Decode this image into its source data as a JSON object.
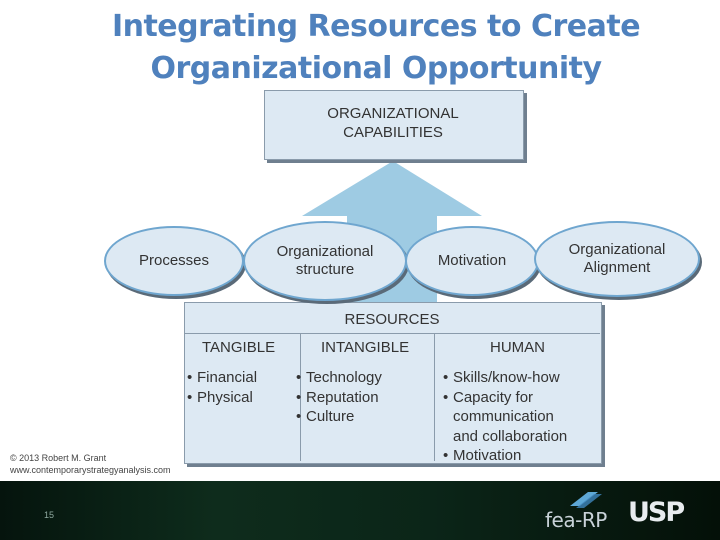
{
  "title": {
    "line1": "Integrating Resources to Create",
    "line2": "Organizational Opportunity"
  },
  "capabilities": {
    "line1": "ORGANIZATIONAL",
    "line2": "CAPABILITIES"
  },
  "ellipses": [
    {
      "line1": "Processes",
      "line2": ""
    },
    {
      "line1": "Organizational",
      "line2": "structure"
    },
    {
      "line1": "Motivation",
      "line2": ""
    },
    {
      "line1": "Organizational",
      "line2": "Alignment"
    }
  ],
  "resources": {
    "title": "RESOURCES",
    "columns": [
      {
        "heading": "TANGIBLE",
        "items": [
          "Financial",
          "Physical"
        ]
      },
      {
        "heading": "INTANGIBLE",
        "items": [
          "Technology",
          "Reputation",
          "Culture"
        ]
      },
      {
        "heading": "HUMAN",
        "items": [
          "Skills/know-how",
          "Capacity for",
          "communication",
          "and collaboration",
          "Motivation"
        ]
      }
    ]
  },
  "copyright": {
    "line1": "© 2013 Robert M. Grant",
    "line2": "www.contemporarystrategyanalysis.com"
  },
  "footer": {
    "page_number": "15",
    "logo_fea": "fea-RP",
    "logo_usp": "USP"
  },
  "colors": {
    "title": "#4f81bd",
    "box_fill": "#dde9f3",
    "arrow": "#9ecbe3",
    "ellipse_border": "#6fa6cf"
  }
}
